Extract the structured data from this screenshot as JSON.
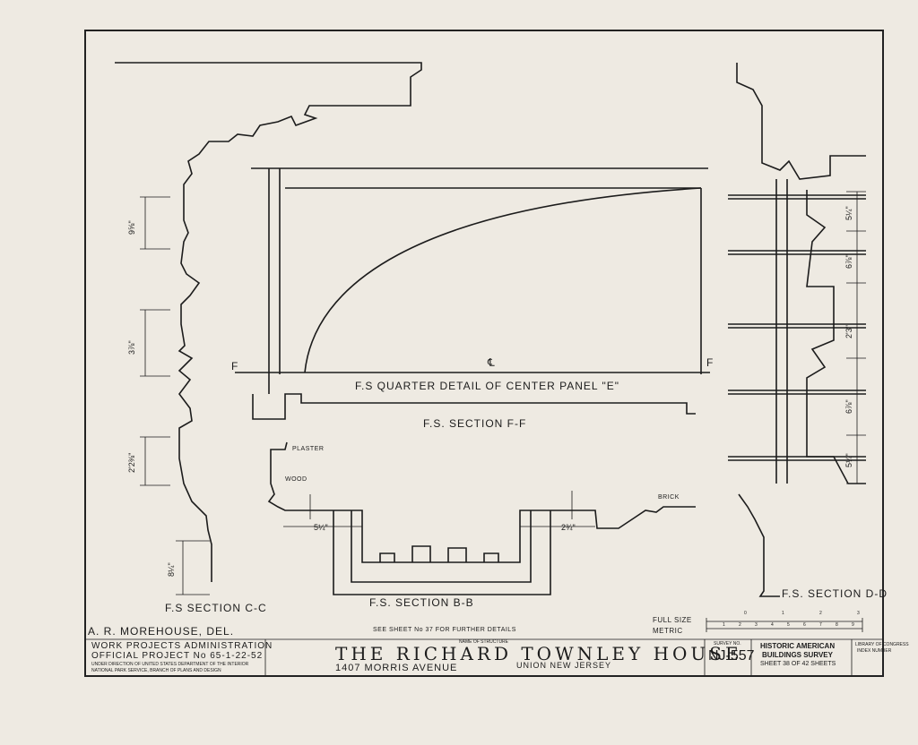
{
  "drawing": {
    "section_cc": "F.S SECTION C-C",
    "section_bb": "F.S. SECTION B-B",
    "section_dd": "F.S. SECTION D-D",
    "section_ff": "F.S. SECTION F-F",
    "panel_detail": "F.S QUARTER DETAIL OF CENTER PANEL \"E\"",
    "letter_f": "F",
    "centerline": "℄",
    "labels": {
      "plaster": "PLASTER",
      "wood": "WOOD",
      "brick": "BRICK"
    },
    "dims_cc": [
      "9⅝\"",
      "3⅞\"",
      "2'2⅜\"",
      "8¼\""
    ],
    "dims_dd": [
      "5¼\"",
      "6⅞\"",
      "2'3\"",
      "6⅞\"",
      "5¼\""
    ],
    "dims_bb": [
      "5¼\"",
      "2¾\""
    ]
  },
  "footer": {
    "delineator": "A. R. MOREHOUSE, DEL.",
    "see_sheet": "SEE SHEET No 37 FOR FURTHER DETAILS",
    "scale_full": "FULL SIZE",
    "scale_metric": "METRIC",
    "scale_top_ticks": [
      "0",
      "1",
      "2",
      "3"
    ],
    "scale_bottom_ticks": [
      "1",
      "2",
      "3",
      "4",
      "5",
      "6",
      "7",
      "8",
      "9"
    ]
  },
  "titleblock": {
    "agency_1": "WORK  PROJECTS ADMINISTRATION",
    "agency_2": "OFFICIAL  PROJECT No 65-1-22-52",
    "agency_3": "UNDER DIRECTION OF UNITED STATES DEPARTMENT OF THE INTERIOR",
    "agency_4": "NATIONAL PARK SERVICE, BRANCH OF PLANS AND DESIGN",
    "name_caption": "NAME OF STRUCTURE",
    "structure_name": "THE  RICHARD  TOWNLEY  HOUSE",
    "address": "1407  MORRIS  AVENUE",
    "city": "UNION  NEW  JERSEY",
    "survey_caption": "SURVEY NO.",
    "survey_no": "NJ-557",
    "habs_1": "HISTORIC AMERICAN",
    "habs_2": "BUILDINGS SURVEY",
    "sheet": "SHEET 38 OF 42 SHEETS",
    "loc_1": "LIBRARY OF CONGRESS",
    "loc_2": "INDEX NUMBER"
  }
}
